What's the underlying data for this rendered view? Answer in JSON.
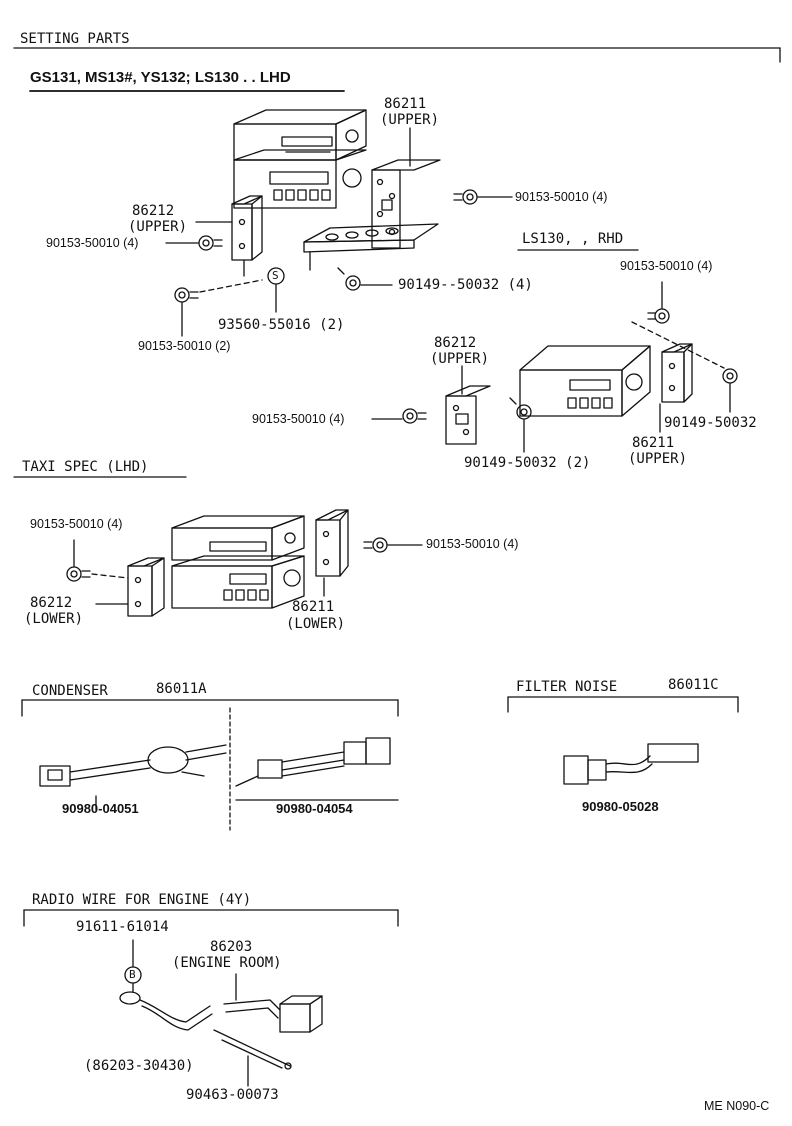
{
  "diagram": {
    "title": "SETTING PARTS",
    "ref_code": "ME N090-C",
    "sections": {
      "lhd": {
        "heading": "GS131, MS13#, YS132; LS130 . . LHD",
        "labels": {
          "p86211_num": "86211",
          "p86211_sub": "(UPPER)",
          "bolt_upper_right": "90153-50010 (4)",
          "p86212_num": "86212",
          "p86212_sub": "(UPPER)",
          "bolt_left": "90153-50010 (4)",
          "screw_mid": "90149--50032 (4)",
          "bolt_lower_left": "90153-50010 (2)",
          "nut": "93560-55016 (2)",
          "nut_mark": "S"
        }
      },
      "rhd": {
        "heading": "LS130, , RHD",
        "labels": {
          "bolt_top": "90153-50010 (4)",
          "p86212_num": "86212",
          "p86212_sub": "(UPPER)",
          "bolt_left": "90153-50010 (4)",
          "screw_right": "90149-50032",
          "screw_bottom": "90149-50032 (2)",
          "p86211_num": "86211",
          "p86211_sub": "(UPPER)"
        }
      },
      "taxi": {
        "heading": "TAXI SPEC (LHD)",
        "labels": {
          "bolt_left": "90153-50010 (4)",
          "bolt_right": "90153-50010 (4)",
          "p86212_num": "86212",
          "p86212_sub": "(LOWER)",
          "p86211_num": "86211",
          "p86211_sub": "(LOWER)"
        }
      },
      "condenser": {
        "heading": "CONDENSER",
        "part_no": "86011A",
        "item_left": "90980-04051",
        "item_right": "90980-04054"
      },
      "filter": {
        "heading": "FILTER NOISE",
        "part_no": "86011C",
        "item": "90980-05028"
      },
      "radio_wire": {
        "heading": "RADIO WIRE FOR ENGINE (4Y)",
        "bolt": "91611-61014",
        "bolt_mark": "B",
        "harness_num": "86203",
        "harness_sub": "(ENGINE ROOM)",
        "alt_part": "(86203-30430)",
        "clamp": "90463-00073"
      }
    }
  }
}
